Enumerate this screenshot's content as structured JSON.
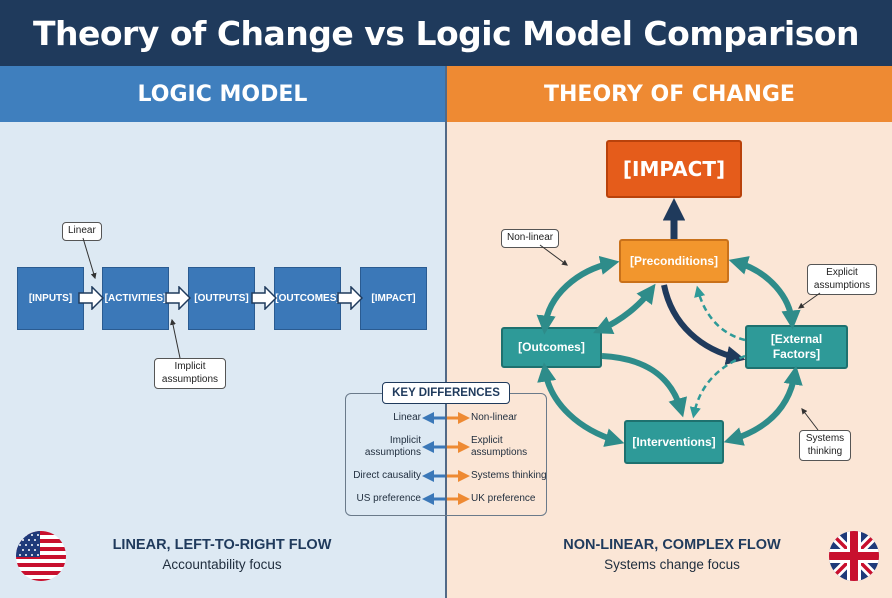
{
  "title": "Theory of Change vs Logic Model Comparison",
  "logic_model": {
    "heading": "LOGIC MODEL",
    "boxes": [
      "[INPUTS]",
      "[ACTIVITIES]",
      "[OUTPUTS]",
      "[OUTCOMES]",
      "[IMPACT]"
    ],
    "callout_linear": "Linear",
    "callout_implicit": "Implicit assumptions",
    "footer_title": "LINEAR, LEFT-TO-RIGHT FLOW",
    "footer_sub": "Accountability focus",
    "flag": "us-flag-icon"
  },
  "theory_of_change": {
    "heading": "THEORY OF CHANGE",
    "impact": "[IMPACT]",
    "preconditions": "[Preconditions]",
    "outcomes": "[Outcomes]",
    "external_factors": "[External Factors]",
    "interventions": "[Interventions]",
    "callout_nonlinear": "Non-linear",
    "callout_explicit": "Explicit assumptions",
    "callout_systems": "Systems thinking",
    "footer_title": "NON-LINEAR, COMPLEX FLOW",
    "footer_sub": "Systems change focus",
    "flag": "uk-flag-icon"
  },
  "key_differences": {
    "title": "KEY DIFFERENCES",
    "rows": [
      {
        "left": "Linear",
        "right": "Non-linear"
      },
      {
        "left": "Implicit assumptions",
        "right": "Explicit assumptions"
      },
      {
        "left": "Direct causality",
        "right": "Systems thinking"
      },
      {
        "left": "US preference",
        "right": "UK preference"
      }
    ]
  },
  "colors": {
    "navy": "#1f3a5c",
    "logic_blue": "#3b78b8",
    "toc_orange": "#ee8a33",
    "impact_orange": "#e55c1b",
    "teal": "#2e9a98"
  }
}
